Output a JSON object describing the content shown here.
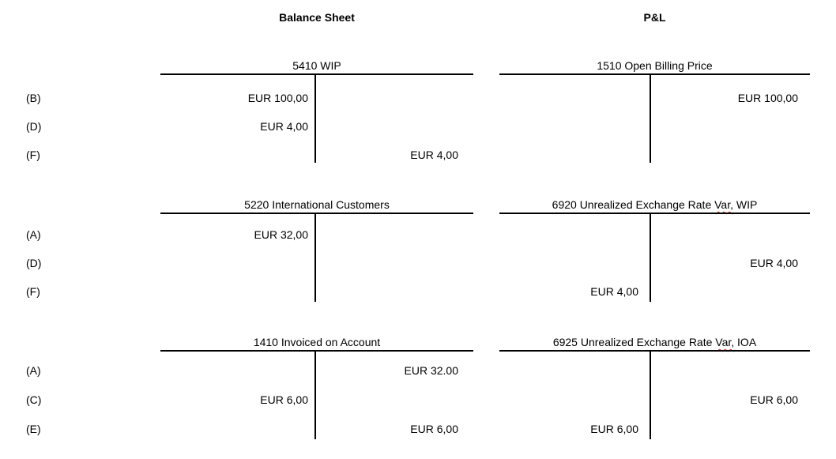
{
  "colors": {
    "text": "#000000",
    "line": "#000000",
    "spellcheck_squiggle": "#e0302c"
  },
  "column_headers": [
    {
      "label": "Balance Sheet"
    },
    {
      "label": "P&L"
    }
  ],
  "entry_labels": [
    {
      "rows": [
        "(B)",
        "(D)",
        "(F)"
      ]
    },
    {
      "rows": [
        "(A)",
        "(D)",
        "(F)"
      ]
    },
    {
      "rows": [
        "(A)",
        "(C)",
        "(E)"
      ]
    }
  ],
  "accounts": [
    {
      "title": "5410 WIP",
      "column": "Balance Sheet",
      "amounts": [
        {
          "side": "debit",
          "entry": "(B)",
          "value": "EUR 100,00"
        },
        {
          "side": "debit",
          "entry": "(D)",
          "value": "EUR 4,00"
        },
        {
          "side": "credit",
          "entry": "(F)",
          "value": "EUR 4,00"
        }
      ]
    },
    {
      "title": "1510 Open Billing Price",
      "column": "P&L",
      "amounts": [
        {
          "side": "credit",
          "entry": "(B)",
          "value": "EUR 100,00"
        }
      ]
    },
    {
      "title": "5220 International Customers",
      "column": "Balance Sheet",
      "amounts": [
        {
          "side": "debit",
          "entry": "(A)",
          "value": "EUR 32,00"
        }
      ]
    },
    {
      "title": "6920 Unrealized Exchange Rate Var, WIP",
      "title_parts": {
        "prefix": "6920 Unrealized Exchange Rate ",
        "misspelled": "Var,",
        "suffix": " WIP"
      },
      "column": "P&L",
      "amounts": [
        {
          "side": "credit",
          "entry": "(D)",
          "value": "EUR 4,00"
        },
        {
          "side": "debit",
          "entry": "(F)",
          "value": "EUR 4,00"
        }
      ]
    },
    {
      "title": "1410 Invoiced on Account",
      "column": "Balance Sheet",
      "amounts": [
        {
          "side": "credit",
          "entry": "(A)",
          "value": "EUR 32.00"
        },
        {
          "side": "debit",
          "entry": "(C)",
          "value": "EUR 6,00"
        },
        {
          "side": "credit",
          "entry": "(E)",
          "value": "EUR 6,00"
        }
      ]
    },
    {
      "title": "6925 Unrealized Exchange Rate Var, IOA",
      "title_parts": {
        "prefix": "6925 Unrealized Exchange Rate ",
        "misspelled": "Var,",
        "suffix": " IOA"
      },
      "column": "P&L",
      "amounts": [
        {
          "side": "credit",
          "entry": "(C)",
          "value": "EUR 6,00"
        },
        {
          "side": "debit",
          "entry": "(E)",
          "value": "EUR 6,00"
        }
      ]
    }
  ]
}
